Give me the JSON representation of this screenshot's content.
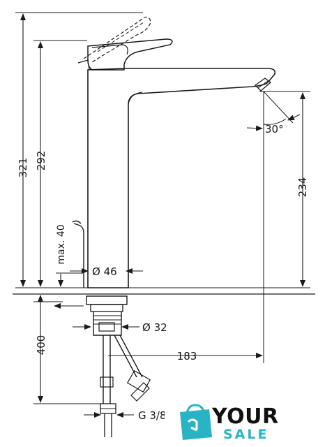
{
  "dimensions": {
    "total_height": "321",
    "spout_height": "292",
    "outlet_height": "234",
    "drain_rod_max": "max. 40",
    "body_diameter": "Ø 46",
    "shank_diameter": "Ø 32",
    "spout_reach": "183",
    "below_counter": "400",
    "connection_thread": "G 3/8",
    "spout_angle": "30°"
  },
  "watermark": {
    "line1": "YOUR",
    "line2": "SALE",
    "icon": "shopping-bag-icon",
    "accent_color": "#29b4c6"
  }
}
